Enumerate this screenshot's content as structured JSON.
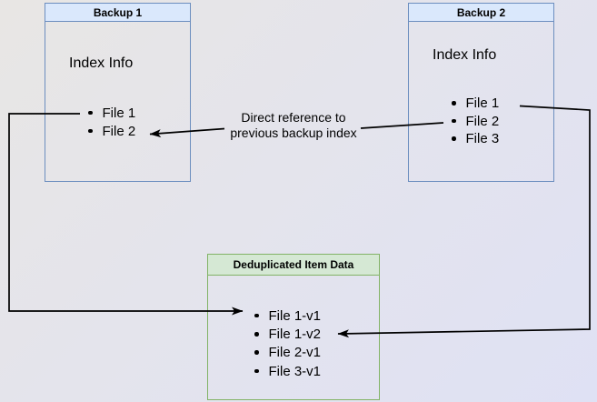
{
  "diagram": {
    "backup1": {
      "title": "Backup 1",
      "info_label": "Index Info",
      "files": [
        "File 1",
        "File 2"
      ]
    },
    "backup2": {
      "title": "Backup 2",
      "info_label": "Index Info",
      "files": [
        "File 1",
        "File 2",
        "File 3"
      ]
    },
    "dedup": {
      "title": "Deduplicated Item Data",
      "files": [
        "File 1-v1",
        "File 1-v2",
        "File 2-v1",
        "File 3-v1"
      ]
    },
    "edge_label": {
      "line1": "Direct reference to",
      "line2": "previous backup index"
    }
  },
  "colors": {
    "blue_fill": "#dae8fc",
    "blue_border": "#6c8ebf",
    "green_fill": "#d5e8d4",
    "green_border": "#82b366",
    "arrow": "#000000"
  }
}
